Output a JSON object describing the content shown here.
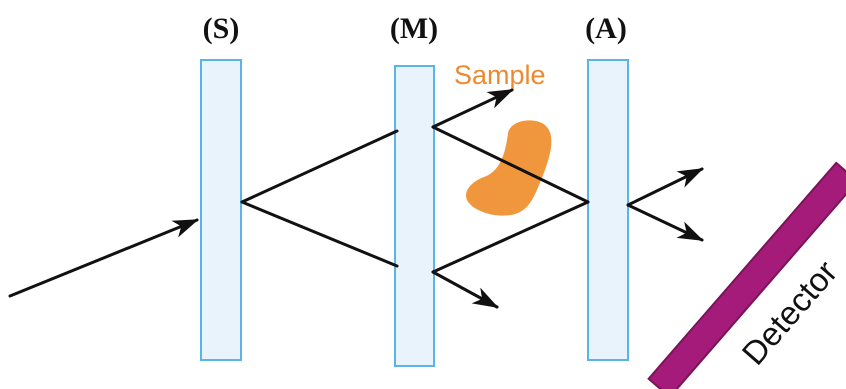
{
  "labels": {
    "splitter": "(S)",
    "mirror": "(M)",
    "analyzer": "(A)",
    "sample": "Sample",
    "detector": "Detector"
  },
  "colors": {
    "crystal_fill": "#e8f3fc",
    "crystal_stroke": "#5ab4e6",
    "beam": "#111111",
    "sample_fill": "#f0963c",
    "sample_text": "#ec8a32",
    "detector_fill": "#a51b7a",
    "detector_stroke": "#7a1459",
    "detector_text": "#111111"
  }
}
